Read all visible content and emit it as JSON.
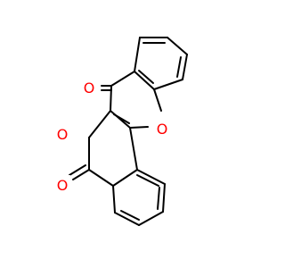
{
  "molecule": {
    "atoms": [
      {
        "id": "o_carbonyl_top",
        "symbol": "O",
        "name": "atom-o-carbonyl-top"
      },
      {
        "id": "o_ring_right",
        "symbol": "O",
        "name": "atom-o-ring-right"
      },
      {
        "id": "o_ring_left",
        "symbol": "O",
        "name": "atom-o-ring-left"
      },
      {
        "id": "o_carbonyl_bottom",
        "symbol": "O",
        "name": "atom-o-carbonyl-bottom"
      }
    ],
    "colors": {
      "bond": "#000000",
      "oxygen": "#ff0000",
      "background": "#ffffff"
    }
  }
}
